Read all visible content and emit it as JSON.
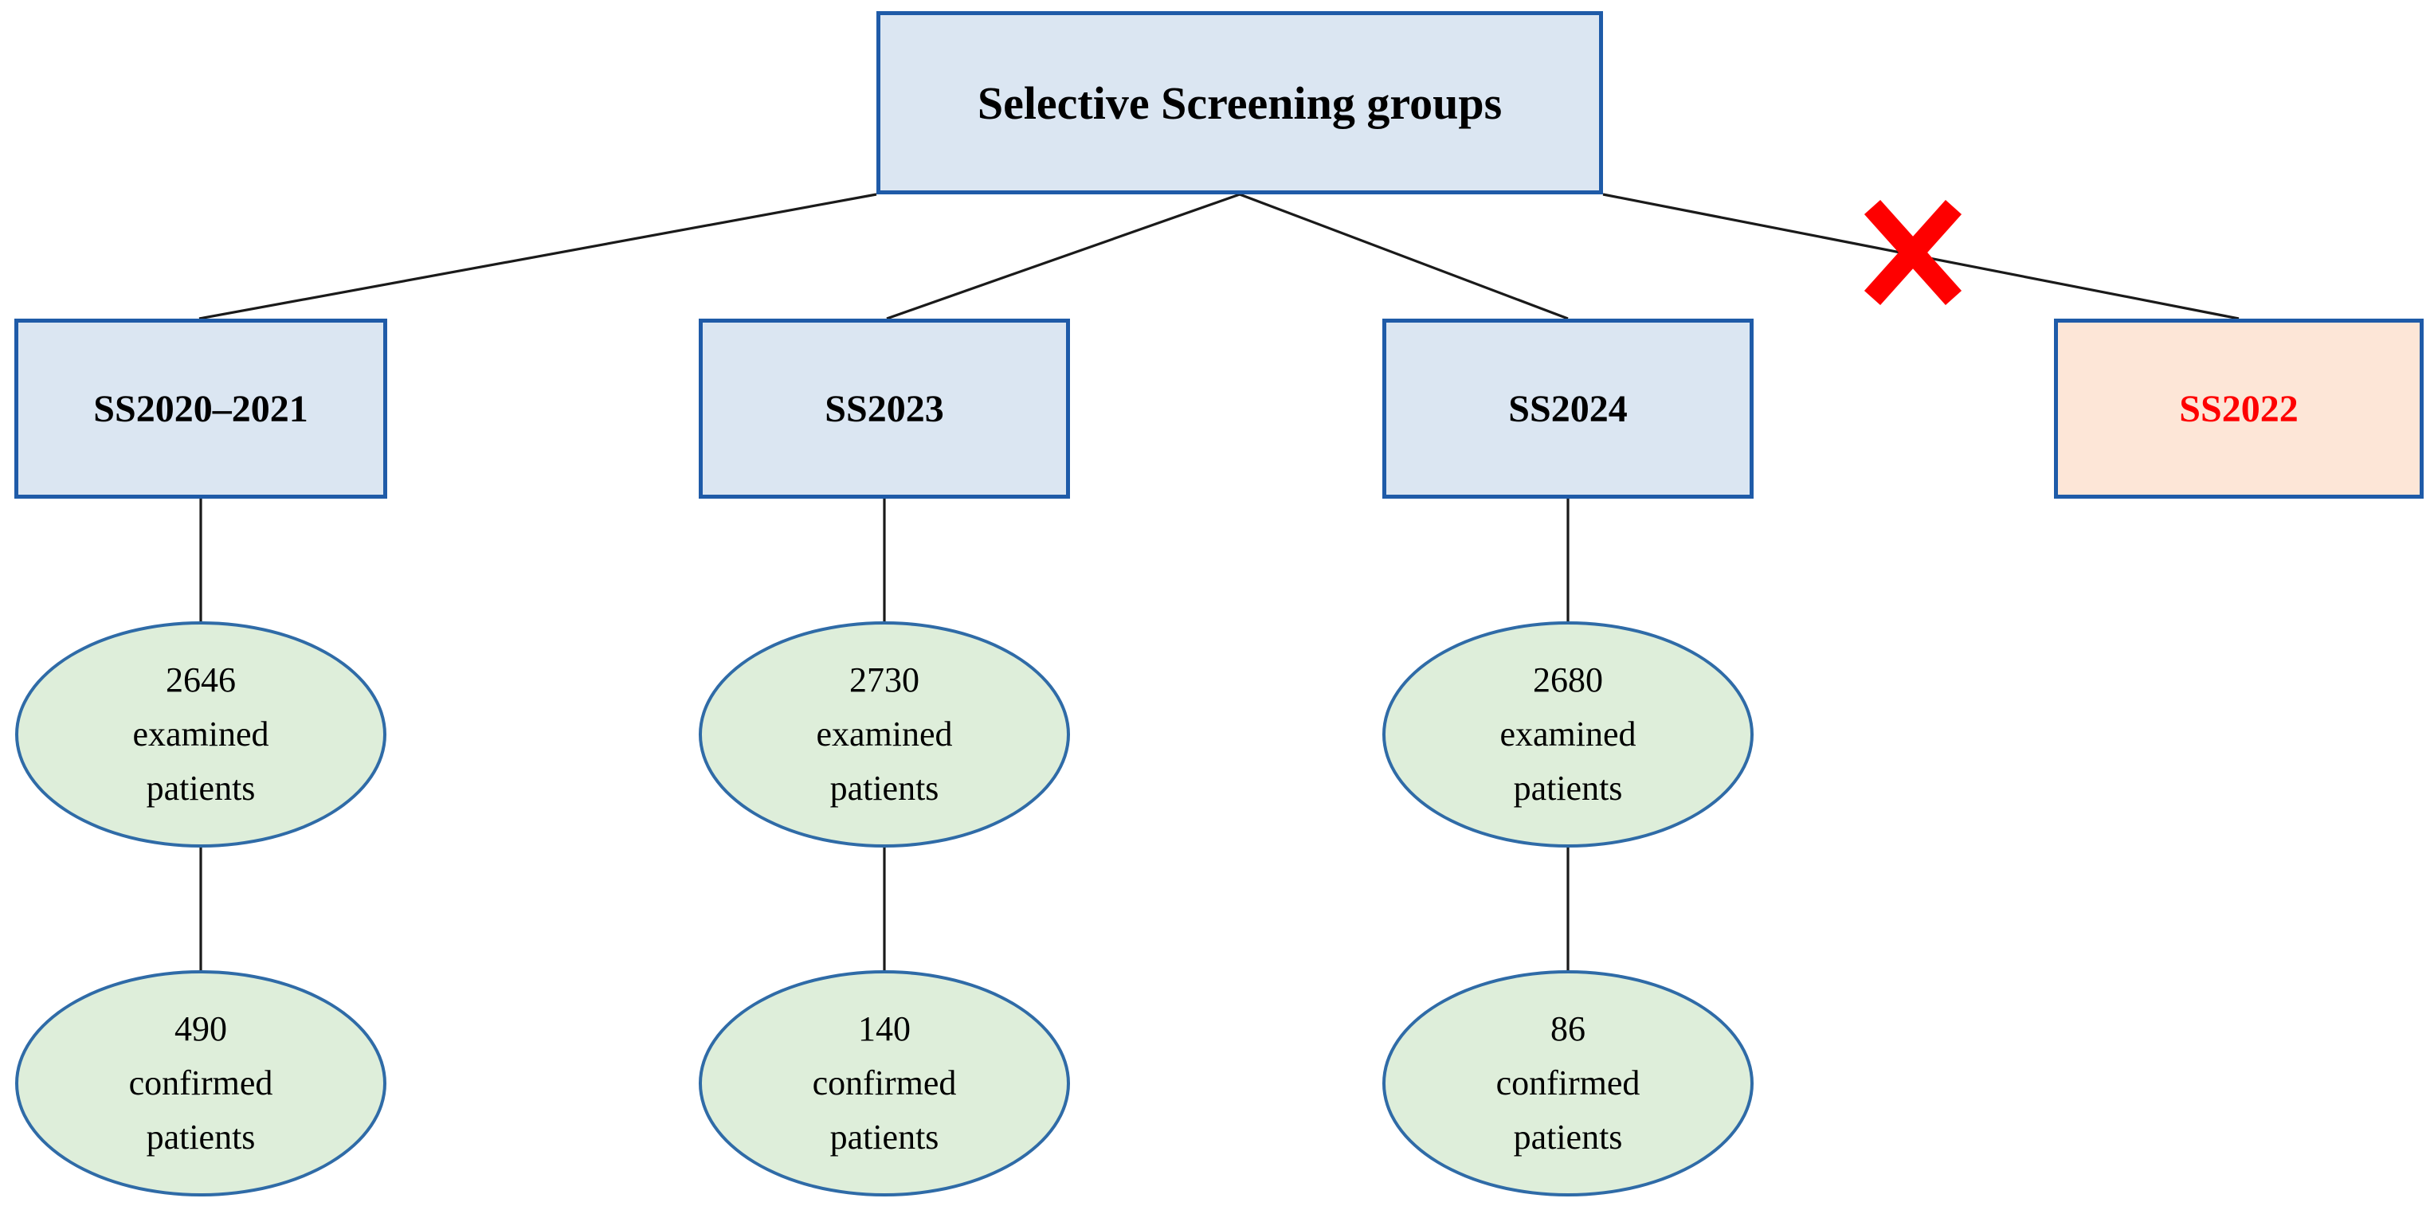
{
  "root": {
    "label": "Selective Screening groups"
  },
  "groups": [
    {
      "label": "SS2020–2021",
      "examined": {
        "count": "2646",
        "label": "examined",
        "unit": "patients"
      },
      "confirmed": {
        "count": "490",
        "label": "confirmed",
        "unit": "patients"
      }
    },
    {
      "label": "SS2023",
      "examined": {
        "count": "2730",
        "label": "examined",
        "unit": "patients"
      },
      "confirmed": {
        "count": "140",
        "label": "confirmed",
        "unit": "patients"
      }
    },
    {
      "label": "SS2024",
      "examined": {
        "count": "2680",
        "label": "examined",
        "unit": "patients"
      },
      "confirmed": {
        "count": "86",
        "label": "confirmed",
        "unit": "patients"
      }
    }
  ],
  "excluded": {
    "label": "SS2022"
  },
  "icons": {
    "x_mark_icon": "red-cross-exclusion-mark"
  },
  "colors": {
    "background": "#ffffff",
    "text": "#000000",
    "box_fill": "#dbe6f2",
    "box_border": "#1f5ba8",
    "ellipse_fill": "#deeeda",
    "ellipse_border": "#2f6ba7",
    "excluded_fill": "#fde6d7",
    "excluded_text": "#fe0000",
    "x_mark": "#fe0000",
    "connector": "#1a1a1a"
  }
}
